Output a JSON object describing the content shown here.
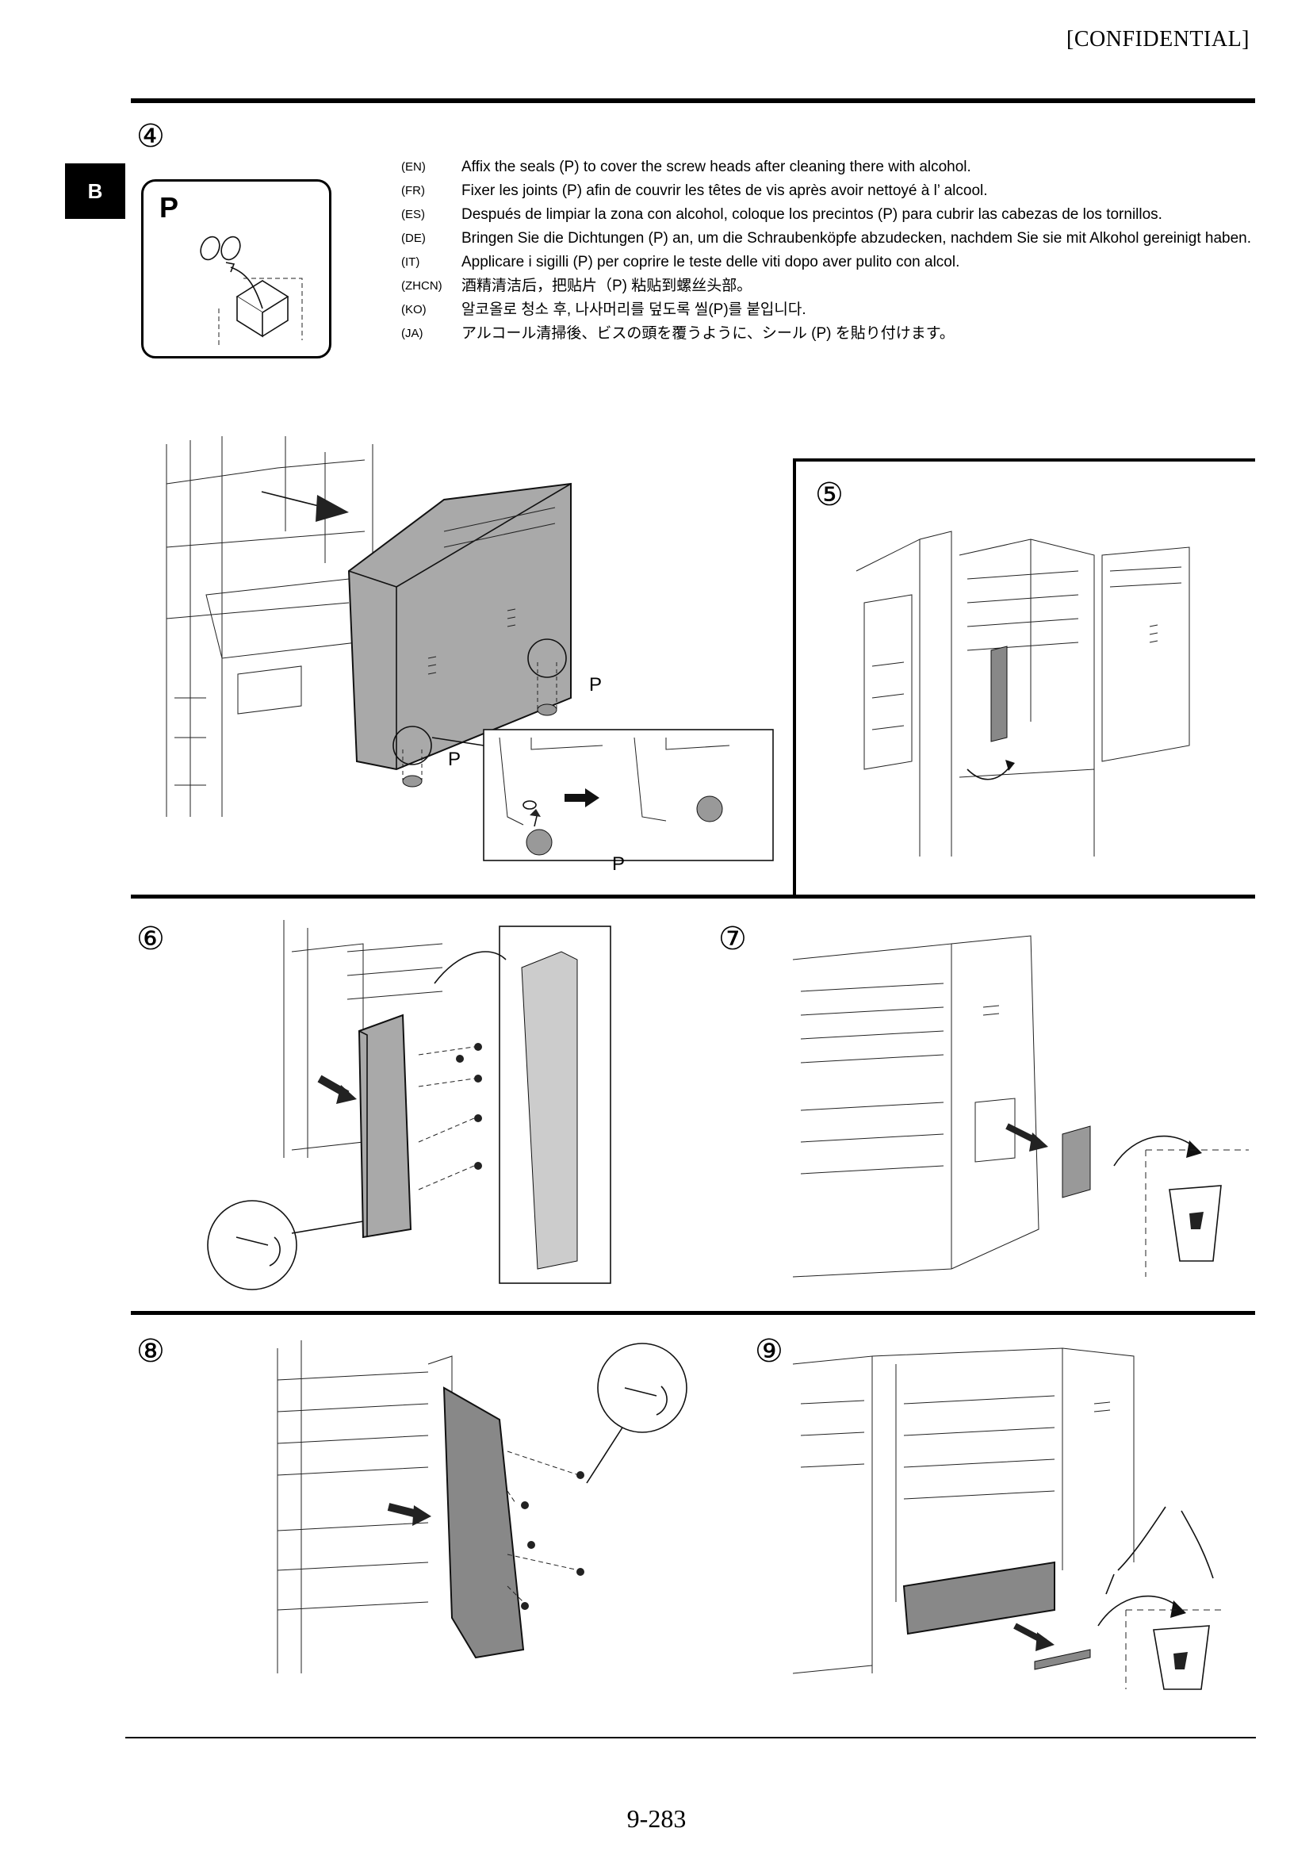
{
  "header": {
    "confidential": "[CONFIDENTIAL]"
  },
  "section_tab": "B",
  "steps": {
    "s4": "④",
    "s5": "⑤",
    "s6": "⑥",
    "s7": "⑦",
    "s8": "⑧",
    "s9": "⑨"
  },
  "seal_label": "P",
  "callout_label": "P",
  "instructions": [
    {
      "lang": "(EN)",
      "text": "Affix the seals (P) to cover the screw heads after cleaning there with alcohol."
    },
    {
      "lang": "(FR)",
      "text": "Fixer les joints (P) afin de couvrir les têtes de vis après avoir nettoyé à l’ alcool."
    },
    {
      "lang": "(ES)",
      "text": "Después de limpiar la zona con alcohol, coloque los precintos (P) para cubrir las cabezas de los tornillos."
    },
    {
      "lang": "(DE)",
      "text": "Bringen Sie die Dichtungen (P) an, um die Schraubenköpfe abzudecken, nachdem Sie sie mit Alkohol gereinigt haben."
    },
    {
      "lang": "(IT)",
      "text": "Applicare i sigilli (P) per coprire le teste delle viti dopo aver pulito con alcol."
    },
    {
      "lang": "(ZHCN)",
      "text": "酒精清洁后，把贴片（P) 粘贴到螺丝头部。"
    },
    {
      "lang": "(KO)",
      "text": "알코올로 청소 후, 나사머리를 덮도록 씰(P)를 붙입니다."
    },
    {
      "lang": "(JA)",
      "text": "アルコール清掃後、ビスの頭を覆うように、シール (P) を貼り付けます。"
    }
  ],
  "footer": {
    "page_number": "9-283"
  }
}
